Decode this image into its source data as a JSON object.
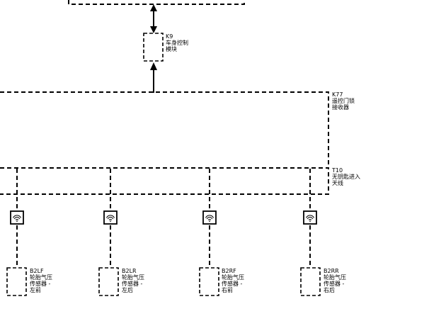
{
  "modules": {
    "k9": {
      "id": "K9",
      "name_line1": "车身控制",
      "name_line2": "模块"
    },
    "k77": {
      "id": "K77",
      "name_line1": "遥控门锁",
      "name_line2": "接收器"
    },
    "t10": {
      "id": "T10",
      "name_line1": "无钥匙进入",
      "name_line2": "天线"
    }
  },
  "sensors": [
    {
      "id": "B2LF",
      "name_line1": "轮胎气压",
      "name_line2": "传感器 -",
      "position": "左前"
    },
    {
      "id": "B2LR",
      "name_line1": "轮胎气压",
      "name_line2": "传感器 -",
      "position": "左后"
    },
    {
      "id": "B2RF",
      "name_line1": "轮胎气压",
      "name_line2": "传感器 -",
      "position": "右前"
    },
    {
      "id": "B2RR",
      "name_line1": "轮胎气压",
      "name_line2": "传感器 -",
      "position": "右后"
    }
  ],
  "icons": {
    "wireless": "wireless-signal-icon"
  }
}
